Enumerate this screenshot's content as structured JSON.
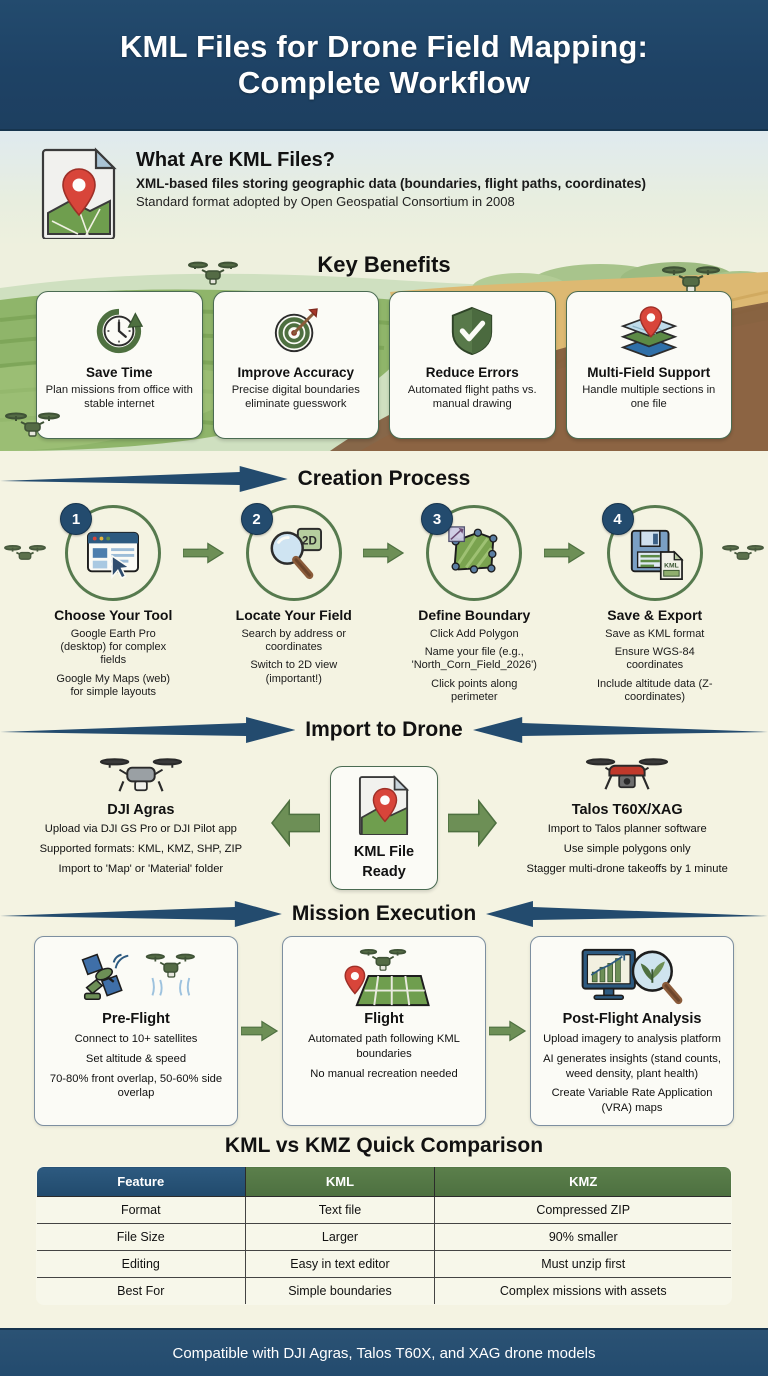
{
  "header": {
    "title_line1": "KML Files for Drone Field Mapping:",
    "title_line2": "Complete Workflow"
  },
  "intro": {
    "icon": "kml-document-map-pin-icon",
    "heading": "What Are KML Files?",
    "line1": "XML-based files storing geographic data (boundaries, flight paths, coordinates)",
    "line2": "Standard format adopted by Open Geospatial Consortium in 2008"
  },
  "benefits": {
    "heading": "Key Benefits",
    "cards": [
      {
        "icon": "clock-arrow-icon",
        "title": "Save Time",
        "desc": "Plan missions from office with stable internet"
      },
      {
        "icon": "target-arrow-icon",
        "title": "Improve Accuracy",
        "desc": "Precise digital boundaries eliminate guesswork"
      },
      {
        "icon": "shield-check-icon",
        "title": "Reduce Errors",
        "desc": "Automated flight paths vs. manual drawing"
      },
      {
        "icon": "map-layers-pin-icon",
        "title": "Multi-Field Support",
        "desc": "Handle multiple sections in one file"
      }
    ]
  },
  "creation": {
    "heading": "Creation Process",
    "steps": [
      {
        "number": "1",
        "icon": "browser-window-cursor-icon",
        "title": "Choose Your Tool",
        "desc1": "Google Earth Pro (desktop) for complex fields",
        "desc2": "Google My Maps (web) for simple layouts"
      },
      {
        "number": "2",
        "icon": "magnifier-2d-icon",
        "title": "Locate Your Field",
        "desc1": "Search by address or coordinates",
        "desc2": "Switch to 2D view (important!)"
      },
      {
        "number": "3",
        "icon": "polygon-boundary-icon",
        "title": "Define Boundary",
        "desc1": "Click Add Polygon",
        "desc2": "Name your file (e.g., 'North_Corn_Field_2026')",
        "desc3": "Click points along perimeter"
      },
      {
        "number": "4",
        "icon": "floppy-disk-save-icon",
        "title": "Save & Export",
        "desc1": "Save as KML format",
        "desc2": "Ensure WGS-84 coordinates",
        "desc3": "Include altitude data (Z-coordinates)"
      }
    ]
  },
  "import": {
    "heading": "Import to Drone",
    "left": {
      "icon": "dji-agras-drone-icon",
      "title": "DJI Agras",
      "line1": "Upload via DJI GS Pro or DJI Pilot app",
      "line2": "Supported formats: KML, KMZ, SHP, ZIP",
      "line3": "Import to 'Map' or 'Material' folder"
    },
    "center": {
      "icon": "kml-file-map-pin-icon",
      "title_line1": "KML File",
      "title_line2": "Ready"
    },
    "right": {
      "icon": "talos-xag-drone-icon",
      "title": "Talos T60X/XAG",
      "line1": "Import to Talos planner software",
      "line2": "Use simple polygons only",
      "line3": "Stagger multi-drone takeoffs by 1 minute"
    }
  },
  "mission": {
    "heading": "Mission Execution",
    "cards": [
      {
        "icon": "satellite-drone-signal-icon",
        "title": "Pre-Flight",
        "line1": "Connect to 10+ satellites",
        "line2": "Set altitude & speed",
        "line3": "70-80% front overlap, 50-60% side overlap"
      },
      {
        "icon": "drone-over-field-path-icon",
        "title": "Flight",
        "line1": "Automated path following KML boundaries",
        "line2": "No manual recreation needed",
        "line3": ""
      },
      {
        "icon": "monitor-chart-magnifier-plant-icon",
        "title": "Post-Flight Analysis",
        "line1": "Upload imagery to analysis platform",
        "line2": "AI generates insights (stand counts, weed density, plant health)",
        "line3": "Create Variable Rate Application (VRA) maps"
      }
    ]
  },
  "comparison": {
    "title": "KML vs KMZ Quick Comparison",
    "columns": [
      "Feature",
      "KML",
      "KMZ"
    ],
    "rows": [
      [
        "Format",
        "Text file",
        "Compressed ZIP"
      ],
      [
        "File Size",
        "Larger",
        "90% smaller"
      ],
      [
        "Editing",
        "Easy in text editor",
        "Must unzip first"
      ],
      [
        "Best For",
        "Simple boundaries",
        "Complex missions with assets"
      ]
    ]
  },
  "footer": {
    "text": "Compatible with DJI Agras, Talos T60X, and XAG drone models"
  },
  "colors": {
    "navy": "#234b6e",
    "green": "#567a4e",
    "cream": "#f4f3e2",
    "red_pin": "#d8453a"
  }
}
